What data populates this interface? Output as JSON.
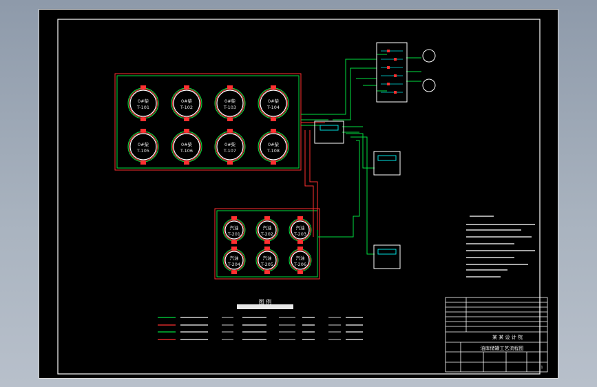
{
  "drawing": {
    "legend_title": "图 例",
    "tanks_top": [
      {
        "name": "0#柴",
        "id": "T-101"
      },
      {
        "name": "0#柴",
        "id": "T-102"
      },
      {
        "name": "0#柴",
        "id": "T-103"
      },
      {
        "name": "0#柴",
        "id": "T-104"
      },
      {
        "name": "0#柴",
        "id": "T-105"
      },
      {
        "name": "0#柴",
        "id": "T-106"
      },
      {
        "name": "0#柴",
        "id": "T-107"
      },
      {
        "name": "0#柴",
        "id": "T-108"
      }
    ],
    "tanks_bottom": [
      {
        "name": "汽油",
        "id": "T-201"
      },
      {
        "name": "汽油",
        "id": "T-202"
      },
      {
        "name": "汽油",
        "id": "T-203"
      },
      {
        "name": "汽油",
        "id": "T-204"
      },
      {
        "name": "汽油",
        "id": "T-205"
      },
      {
        "name": "汽油",
        "id": "T-206"
      }
    ],
    "title_block": {
      "main_title": "油库储罐工艺流程图",
      "company": "某 某 设 计 院",
      "sheet": "1"
    }
  },
  "colors": {
    "frame": "#ffffff",
    "pipe_green": "#00e040",
    "pipe_red": "#ff3030",
    "tank_white": "#ffffff",
    "equip_cyan": "#00e0e0",
    "text": "#e8e8e8"
  }
}
